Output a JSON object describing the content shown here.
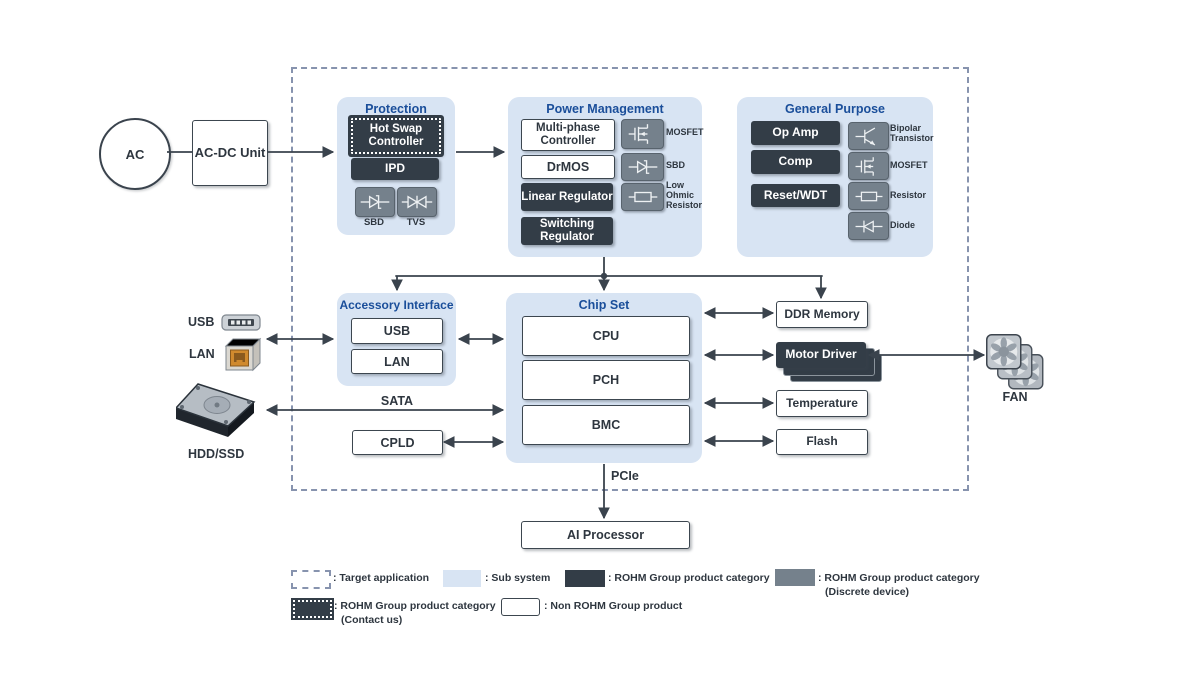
{
  "colors": {
    "subsystem_blue": "#d8e4f3",
    "title_blue": "#1a4e9a",
    "rohm_dark": "#333d47",
    "discrete_gray": "#75818c",
    "line_dark": "#3a434d",
    "dashed_border": "#8793ae",
    "lan_port_orange": "#d08a2e"
  },
  "external": {
    "ac": "AC",
    "acdc_unit": "AC-DC Unit",
    "usb": "USB",
    "lan": "LAN",
    "hdd": "HDD/SSD",
    "fan": "FAN",
    "sata": "SATA",
    "pcie": "PCIe",
    "cpld": "CPLD",
    "ai_processor": "AI Processor"
  },
  "panels": {
    "protection": {
      "title": "Protection",
      "items": [
        {
          "label": "Hot Swap Controller",
          "style": "contact"
        },
        {
          "label": "IPD",
          "style": "rohm"
        }
      ],
      "tiles": [
        {
          "label": "SBD",
          "icon": "sbd"
        },
        {
          "label": "TVS",
          "icon": "tvs"
        }
      ]
    },
    "power_management": {
      "title": "Power Management",
      "items": [
        {
          "label": "Multi-phase Controller",
          "style": "non-rohm"
        },
        {
          "label": "DrMOS",
          "style": "non-rohm"
        },
        {
          "label": "Linear Regulator",
          "style": "rohm"
        },
        {
          "label": "Switching Regulator",
          "style": "rohm"
        }
      ],
      "tiles": [
        {
          "label": "MOSFET",
          "icon": "mosfet"
        },
        {
          "label": "SBD",
          "icon": "sbd"
        },
        {
          "label": "Low Ohmic Resistor",
          "icon": "resistor"
        }
      ]
    },
    "general_purpose": {
      "title": "General Purpose",
      "items": [
        {
          "label": "Op Amp",
          "style": "rohm"
        },
        {
          "label": "Comp",
          "style": "rohm"
        },
        {
          "label": "Reset/WDT",
          "style": "rohm"
        }
      ],
      "tiles": [
        {
          "label": "Bipolar Transistor",
          "icon": "bipolar-transistor"
        },
        {
          "label": "MOSFET",
          "icon": "mosfet"
        },
        {
          "label": "Resistor",
          "icon": "resistor"
        },
        {
          "label": "Diode",
          "icon": "diode"
        }
      ]
    },
    "accessory_interface": {
      "title": "Accessory Interface",
      "items": [
        {
          "label": "USB",
          "style": "non-rohm"
        },
        {
          "label": "LAN",
          "style": "non-rohm"
        }
      ]
    },
    "chip_set": {
      "title": "Chip Set",
      "items": [
        {
          "label": "CPU",
          "style": "non-rohm"
        },
        {
          "label": "PCH",
          "style": "non-rohm"
        },
        {
          "label": "BMC",
          "style": "non-rohm"
        }
      ]
    }
  },
  "peripherals": [
    {
      "label": "DDR Memory",
      "style": "non-rohm"
    },
    {
      "label": "Motor Driver",
      "style": "rohm-stacked"
    },
    {
      "label": "Temperature",
      "style": "non-rohm"
    },
    {
      "label": "Flash",
      "style": "non-rohm"
    }
  ],
  "legend": {
    "row1": [
      {
        "label": ": Target application",
        "swatch": "target"
      },
      {
        "label": ": Sub system",
        "swatch": "subsystem"
      },
      {
        "label": ": ROHM Group product category",
        "swatch": "rohm"
      },
      {
        "label": ": ROHM Group product category",
        "label2": "(Discrete device)",
        "swatch": "discrete"
      }
    ],
    "row2": [
      {
        "label": ": ROHM Group product category",
        "label2": "(Contact us)",
        "swatch": "contact"
      },
      {
        "label": ": Non ROHM Group product",
        "swatch": "non-rohm"
      }
    ]
  }
}
